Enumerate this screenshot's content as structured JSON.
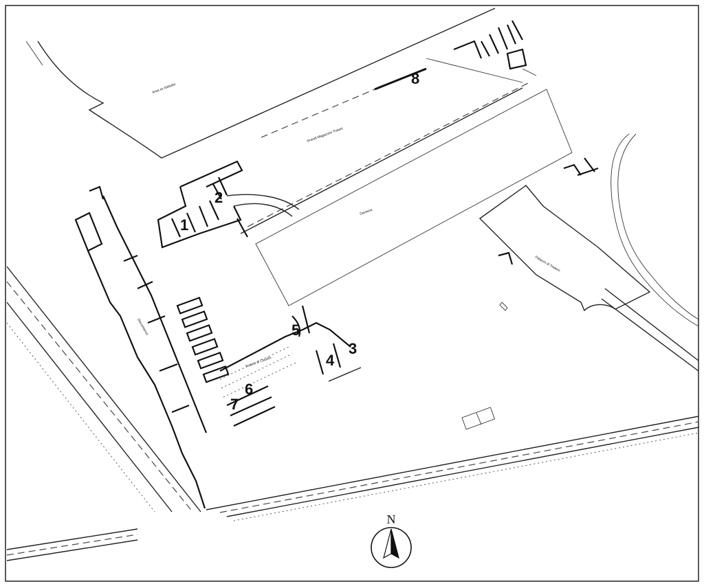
{
  "site_numbers": [
    "1",
    "2",
    "3",
    "4",
    "5",
    "6",
    "7",
    "8"
  ],
  "area_labels": {
    "north_area": "Area ex Italsider",
    "warehouses": "Grandi Magazzini Traiani",
    "basin": "Darsena",
    "south_building": "Portico di Claudio",
    "left_street": "Decumanus",
    "right_building": "Palazzo di Traiano"
  },
  "compass": {
    "label": "N",
    "icon": "north-arrow-icon"
  }
}
